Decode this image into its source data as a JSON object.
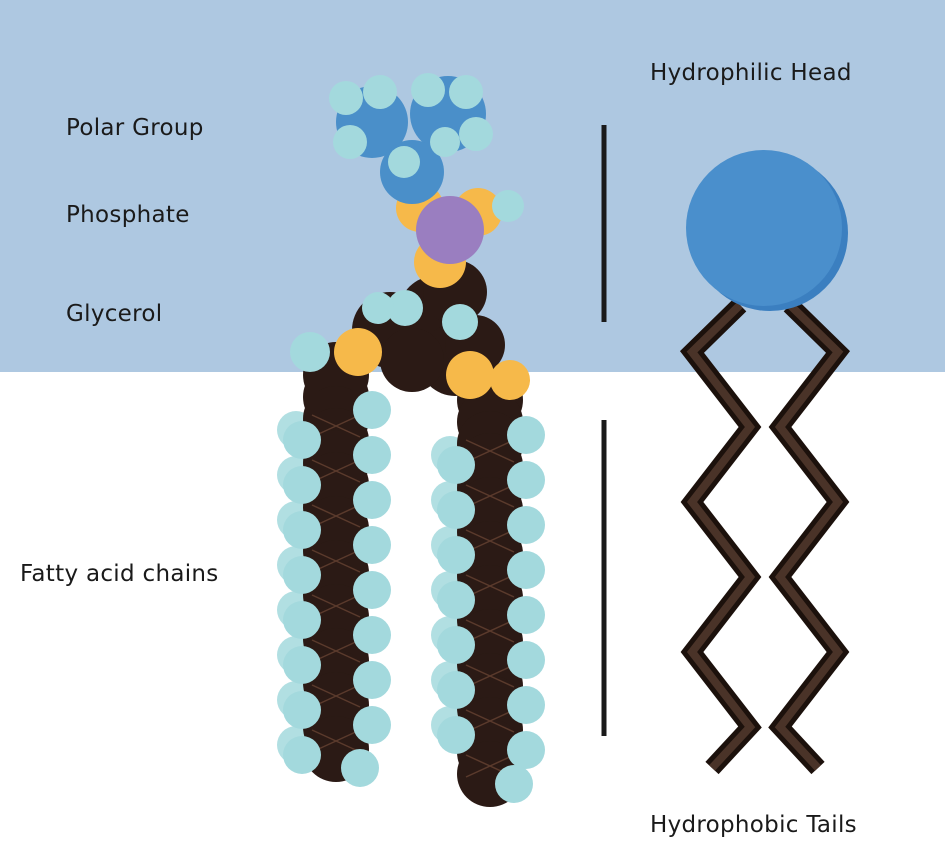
{
  "labels": {
    "polar_group": "Polar Group",
    "phosphate": "Phosphate",
    "glycerol": "Glycerol",
    "fatty_acid_chains": "Fatty acid chains",
    "hydrophilic_head": "Hydrophilic Head",
    "hydrophobic_tails": "Hydrophobic Tails"
  },
  "colors": {
    "water_region": "#aec8e1",
    "background": "#ffffff",
    "carbon": "#2b1a15",
    "hydrogen": "#a3d9dd",
    "polar_blue": "#4a8fc9",
    "oxygen": "#f6b94a",
    "phosphorus": "#9a7ec0",
    "head_blue": "#4a8fcc",
    "tail_line": "#3a2820",
    "text": "#1a1a1a"
  },
  "icons": {
    "molecule": "phospholipid-molecule-icon",
    "schematic": "phospholipid-schematic-icon"
  }
}
